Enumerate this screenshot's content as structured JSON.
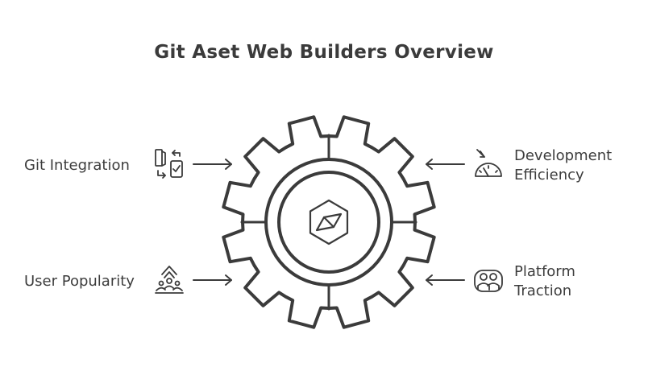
{
  "title": "Git Aset Web Builders Overview",
  "items": {
    "git_integration": {
      "label": "Git Integration",
      "icon": "git-sync-icon"
    },
    "user_popularity": {
      "label": "User Popularity",
      "icon": "users-up-icon"
    },
    "development_efficiency": {
      "line1": "Development",
      "line2": "Efficiency",
      "icon": "speedometer-icon"
    },
    "platform_traction": {
      "line1": "Platform",
      "line2": "Traction",
      "icon": "team-icon"
    }
  },
  "center": {
    "icon": "compass-icon"
  },
  "colors": {
    "stroke": "#3b3b3b",
    "background": "#ffffff"
  }
}
